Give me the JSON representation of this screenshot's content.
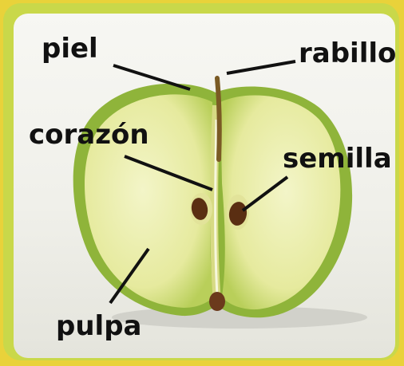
{
  "labels": {
    "piel": "piel",
    "rabillo": "rabillo",
    "corazon": "corazón",
    "semilla": "semilla",
    "pulpa": "pulpa"
  },
  "colors": {
    "background_yellow": "#e9d23a",
    "frame_green": "#c9d84a",
    "apple_skin": "#8fb43a",
    "flesh": "#eef0b4",
    "seed": "#5a2e12",
    "leader_line": "#111111"
  }
}
